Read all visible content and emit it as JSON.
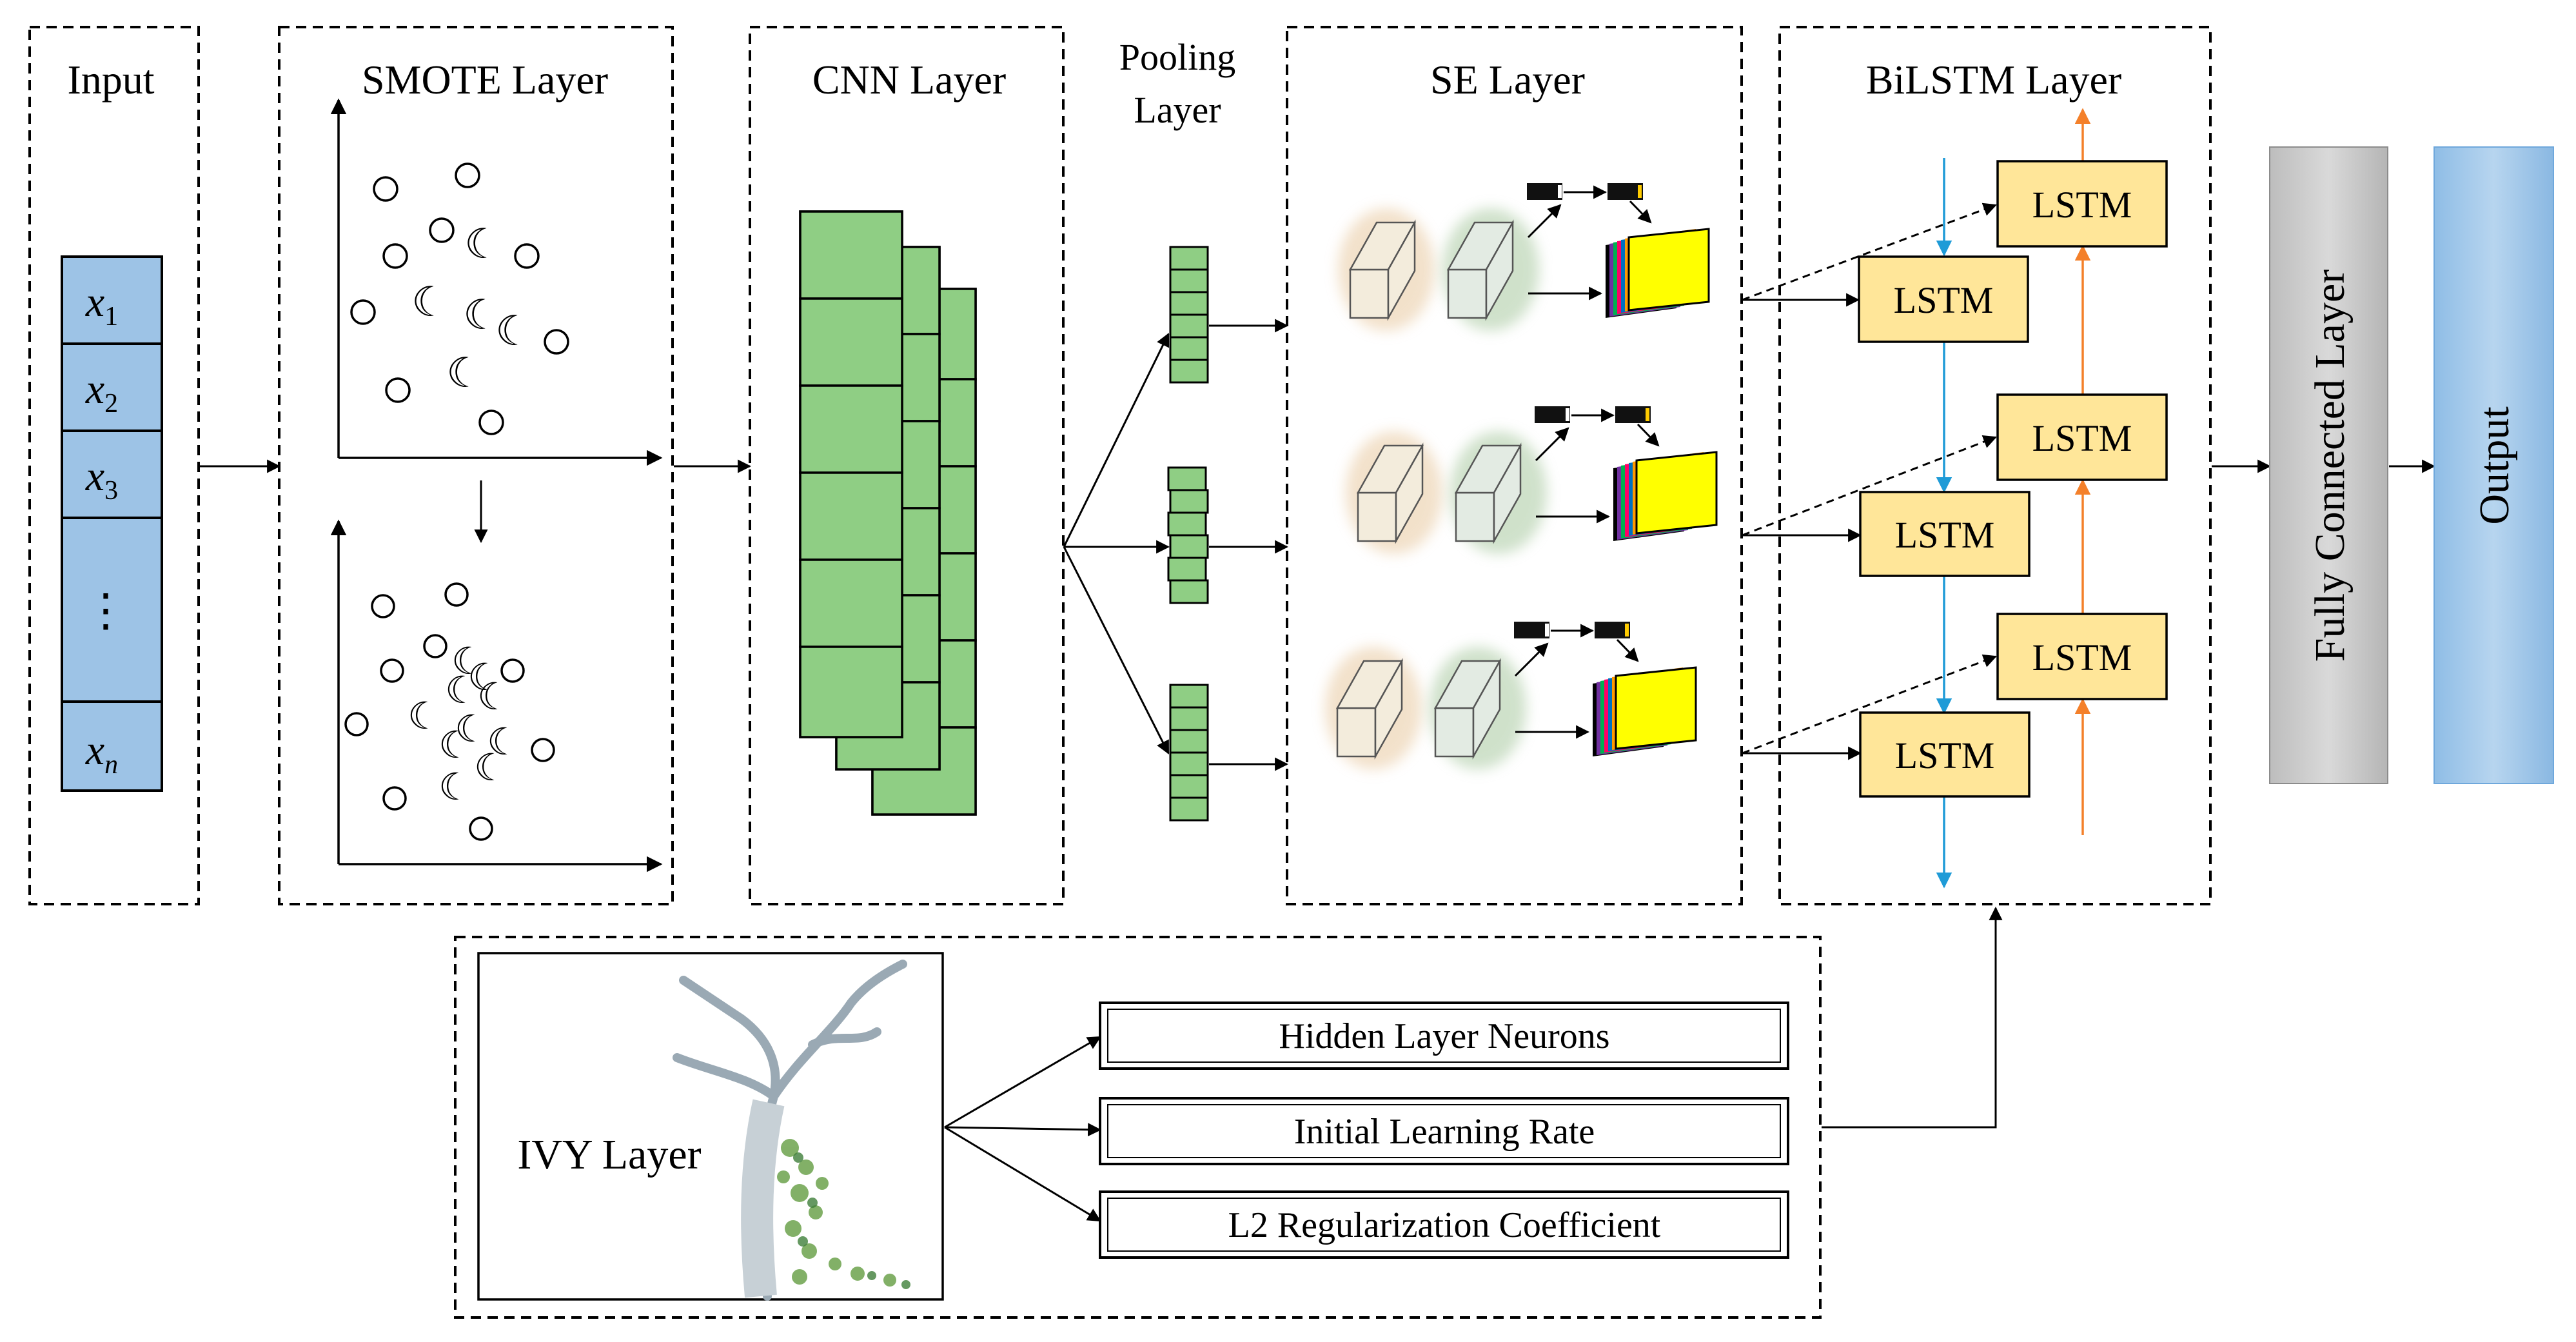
{
  "sections": {
    "input": "Input",
    "smote": "SMOTE Layer",
    "cnn": "CNN Layer",
    "pooling_line1": "Pooling",
    "pooling_line2": "Layer",
    "se": "SE Layer",
    "bilstm": "BiLSTM Layer",
    "fully_connected": "Fully Connected Layer",
    "output": "Output",
    "ivy": "IVY Layer"
  },
  "input_vector": {
    "cells": [
      {
        "base": "x",
        "sub": "1"
      },
      {
        "base": "x",
        "sub": "2"
      },
      {
        "base": "x",
        "sub": "3"
      },
      {
        "base": "⋮",
        "sub": ""
      },
      {
        "base": "x",
        "sub": "n"
      }
    ]
  },
  "lstm": {
    "cell_label": "LSTM",
    "rows": 3
  },
  "ivy_parameters": [
    "Hidden Layer Neurons",
    "Initial Learning Rate",
    "L2 Regularization Coefficient"
  ],
  "colors": {
    "input_cell": "#9dc3e6",
    "cnn_block": "#8fce84",
    "lstm_cell": "#ffe699",
    "fc_bar": "#bfbfbf",
    "output_bar": "#9dc3e6",
    "forward_arrow": "#1f9bd7",
    "backward_arrow": "#f4802a",
    "feature_map": "#ffff00"
  }
}
